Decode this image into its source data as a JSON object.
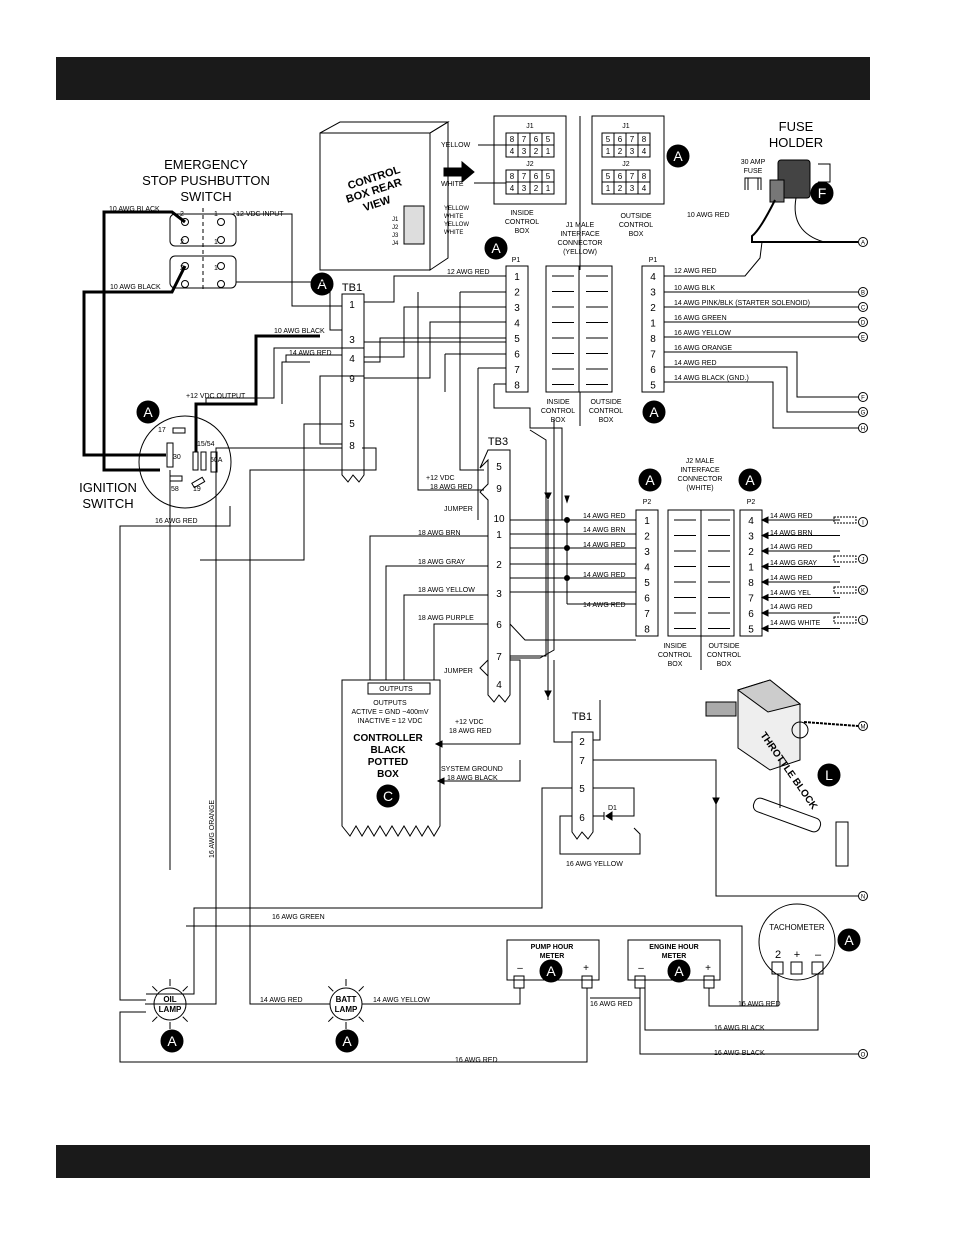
{
  "title_lines": {
    "estop": [
      "EMERGENCY",
      "STOP PUSHBUTTON",
      "SWITCH"
    ],
    "ignition": [
      "IGNITION",
      "SWITCH"
    ],
    "fuse_holder": [
      "FUSE",
      "HOLDER"
    ],
    "control_box": [
      "CONTROL",
      "BOX REAR",
      "VIEW"
    ],
    "controller": [
      "CONTROLLER",
      "BLACK",
      "POTTED",
      "BOX"
    ],
    "throttle": "THROTTLE BLOCK",
    "tachometer": "TACHOMETER",
    "pump_meter": [
      "PUMP HOUR",
      "METER"
    ],
    "engine_meter": [
      "ENGINE HOUR",
      "METER"
    ],
    "oil_lamp": [
      "OIL",
      "LAMP"
    ],
    "batt_lamp": [
      "BATT",
      "LAMP"
    ]
  },
  "callouts": {
    "a": "A",
    "c": "C",
    "f": "F",
    "l": "L"
  },
  "connectors": {
    "j1_label": "J1",
    "j2_label": "J2",
    "p1_label": "P1",
    "p2_label": "P2",
    "j1_male": [
      "J1 MALE",
      "INTERFACE",
      "CONNECTOR",
      "(YELLOW)"
    ],
    "j2_male": [
      "J2 MALE",
      "INTERFACE",
      "CONNECTOR",
      "(WHITE)"
    ],
    "inside_box": [
      "INSIDE",
      "CONTROL",
      "BOX"
    ],
    "outside_box": [
      "OUTSIDE",
      "CONTROL",
      "BOX"
    ],
    "inside_j1": [
      "8",
      "7",
      "6",
      "5",
      "4",
      "3",
      "2",
      "1"
    ],
    "inside_j2": [
      "8",
      "7",
      "6",
      "5",
      "4",
      "3",
      "2",
      "1"
    ],
    "outside_j1": [
      "5",
      "6",
      "7",
      "8",
      "1",
      "2",
      "3",
      "4"
    ],
    "outside_j2": [
      "5",
      "6",
      "7",
      "8",
      "1",
      "2",
      "3",
      "4"
    ],
    "yellow": "YELLOW",
    "white": "WHITE",
    "stub_labels": [
      "J1",
      "J2",
      "J3",
      "J4"
    ],
    "stub_colors": [
      "YELLOW",
      "WHITE",
      "YELLOW",
      "WHITE"
    ],
    "fuse_30": [
      "30 AMP",
      "FUSE"
    ]
  },
  "terminals": {
    "tb1": "TB1",
    "tb3": "TB3",
    "tb1_upper": [
      "1",
      "3",
      "4",
      "9",
      "5",
      "8"
    ],
    "tb3_pins": [
      "5",
      "9",
      "10",
      "1",
      "2",
      "3",
      "6",
      "7",
      "4"
    ],
    "tb1_lower": [
      "2",
      "7",
      "5",
      "6"
    ],
    "p1_left": [
      "1",
      "2",
      "3",
      "4",
      "5",
      "6",
      "7",
      "8"
    ],
    "p1_right": [
      "4",
      "3",
      "2",
      "1",
      "8",
      "7",
      "6",
      "5"
    ],
    "p2_left": [
      "1",
      "2",
      "3",
      "4",
      "5",
      "6",
      "7",
      "8"
    ],
    "p2_right": [
      "4",
      "3",
      "2",
      "1",
      "8",
      "7",
      "6",
      "5"
    ],
    "jumper": "JUMPER",
    "d1": "D1",
    "outputs": "OUTPUTS",
    "outputs_note": [
      "OUTPUTS",
      "ACTIVE = GND ~400mV",
      "INACTIVE = 12 VDC"
    ],
    "estop_pins": [
      "2",
      "1",
      "2",
      "1",
      "2",
      "1"
    ],
    "ign_pins": [
      "17",
      "30",
      "15/54",
      "50A",
      "58",
      "19"
    ],
    "meter_pm": [
      "–",
      "+",
      "–",
      "+"
    ],
    "tach_pins": [
      "2",
      "+",
      "–"
    ]
  },
  "wire_labels": {
    "w10black_a": "10 AWG BLACK",
    "w12vin": "+12 VDC INPUT",
    "w10black_b": "10 AWG BLACK",
    "w10black_c": "10 AWG BLACK",
    "w14red_a": "14 AWG RED",
    "w12vout": "+12 VDC OUTPUT",
    "w16red_a": "16 AWG RED",
    "w12red": "12 AWG RED",
    "w10red": "10 AWG RED",
    "p1_12red": "12 AWG RED",
    "p1_10blk": "10 AWG BLK",
    "p1_pinkblk": "14 AWG PINK/BLK  (STARTER SOLENOID)",
    "p1_green": "16 AWG GREEN",
    "p1_yellow": "16 AWG YELLOW",
    "p1_orange": "16 AWG ORANGE",
    "p1_14red": "14 AWG RED",
    "p1_black": "14 AWG BLACK (GND.)",
    "tb3_12v": [
      "+12 VDC",
      "18 AWG RED"
    ],
    "tb3_brn": "18 AWG BRN",
    "tb3_gray": "18 AWG GRAY",
    "tb3_yellow": "18 AWG YELLOW",
    "tb3_purple": "18 AWG PURPLE",
    "p2l": [
      "14 AWG RED",
      "14 AWG BRN",
      "14 AWG RED",
      "14 AWG RED",
      "14 AWG RED"
    ],
    "p2r": [
      "14 AWG RED",
      "14 AWG BRN",
      "14 AWG RED",
      "14 AWG GRAY",
      "14 AWG RED",
      "14 AWG YEL",
      "14 AWG RED",
      "14 AWG WHITE"
    ],
    "ctrl_12v": [
      "+12 VDC",
      "18 AWG RED"
    ],
    "ctrl_gnd": [
      "SYSTEM GROUND",
      "18 AWG BLACK"
    ],
    "w16orange": "16 AWG ORANGE",
    "w16yellow": "16 AWG YELLOW",
    "w16green": "16 AWG GREEN",
    "w14red_lamp": "14 AWG RED",
    "w14yellow_lamp": "14 AWG YELLOW",
    "w16red_pump": "16 AWG RED",
    "w16red_tach": "16 AWG RED",
    "w16black_a": "16 AWG BLACK",
    "w16black_b": "16 AWG BLACK",
    "w16red_bottom": "16 AWG RED"
  },
  "end_terminals": [
    "A",
    "B",
    "C",
    "D",
    "E",
    "F",
    "G",
    "H",
    "I",
    "J",
    "K",
    "L",
    "M",
    "N",
    "O"
  ]
}
